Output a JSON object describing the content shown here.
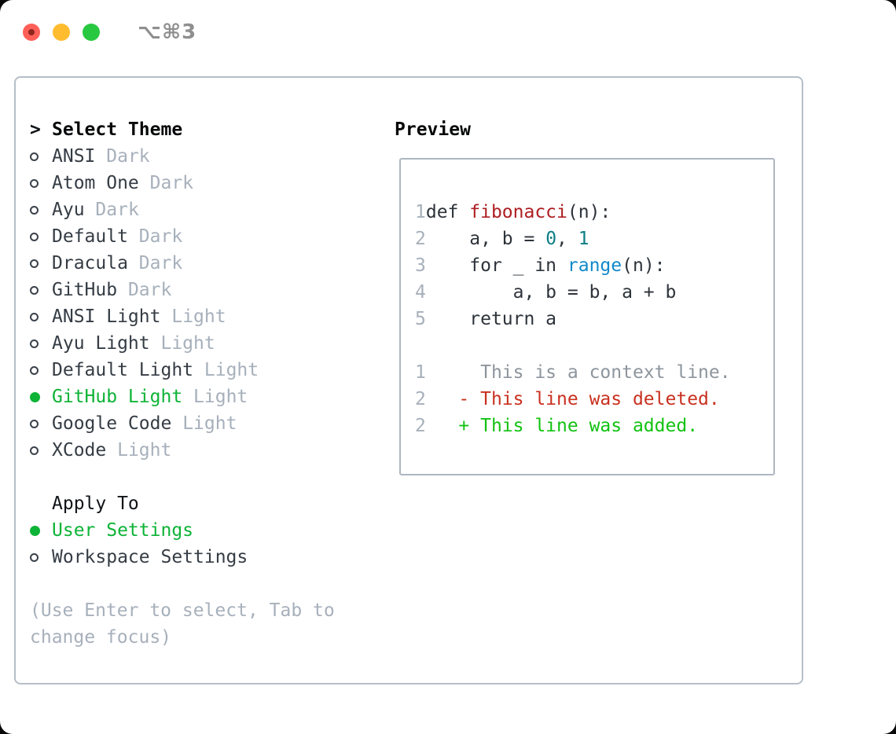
{
  "window": {
    "title": "⌥⌘3"
  },
  "traffic_lights": [
    {
      "name": "close",
      "color": "#ff5f57"
    },
    {
      "name": "minimize",
      "color": "#febc2e"
    },
    {
      "name": "maximize",
      "color": "#28c840"
    }
  ],
  "theme_panel": {
    "prompt": ">",
    "title": "Select Theme",
    "items": [
      {
        "name": "ANSI",
        "variant": "Dark",
        "selected": false
      },
      {
        "name": "Atom One",
        "variant": "Dark",
        "selected": false
      },
      {
        "name": "Ayu",
        "variant": "Dark",
        "selected": false
      },
      {
        "name": "Default",
        "variant": "Dark",
        "selected": false
      },
      {
        "name": "Dracula",
        "variant": "Dark",
        "selected": false
      },
      {
        "name": "GitHub",
        "variant": "Dark",
        "selected": false
      },
      {
        "name": "ANSI Light",
        "variant": "Light",
        "selected": false
      },
      {
        "name": "Ayu Light",
        "variant": "Light",
        "selected": false
      },
      {
        "name": "Default Light",
        "variant": "Light",
        "selected": false
      },
      {
        "name": "GitHub Light",
        "variant": "Light",
        "selected": true
      },
      {
        "name": "Google Code",
        "variant": "Light",
        "selected": false
      },
      {
        "name": "XCode",
        "variant": "Light",
        "selected": false
      }
    ],
    "apply_title": "Apply To",
    "apply_options": [
      {
        "label": "User Settings",
        "selected": true
      },
      {
        "label": "Workspace Settings",
        "selected": false
      }
    ],
    "hint": "(Use Enter to select, Tab to change focus)"
  },
  "preview_panel": {
    "title": "Preview",
    "code_lines": [
      {
        "no": "1",
        "tokens": [
          {
            "text": "def ",
            "style": "fg"
          },
          {
            "text": "fibonacci",
            "style": "func"
          },
          {
            "text": "(n):",
            "style": "fg"
          }
        ]
      },
      {
        "no": "2",
        "tokens": [
          {
            "text": "    a, b = ",
            "style": "fg"
          },
          {
            "text": "0",
            "style": "num"
          },
          {
            "text": ", ",
            "style": "fg"
          },
          {
            "text": "1",
            "style": "num"
          }
        ]
      },
      {
        "no": "3",
        "tokens": [
          {
            "text": "    for _ in ",
            "style": "fg"
          },
          {
            "text": "range",
            "style": "builtin"
          },
          {
            "text": "(n):",
            "style": "fg"
          }
        ]
      },
      {
        "no": "4",
        "tokens": [
          {
            "text": "        a, b = b, a + b",
            "style": "fg"
          }
        ]
      },
      {
        "no": "5",
        "tokens": [
          {
            "text": "    return a",
            "style": "fg"
          }
        ]
      },
      {
        "no": "",
        "tokens": []
      },
      {
        "no": "1",
        "tokens": [
          {
            "text": "     This is a context line.",
            "style": "context"
          }
        ]
      },
      {
        "no": "2",
        "tokens": [
          {
            "text": "   - This line was deleted.",
            "style": "deleted"
          }
        ]
      },
      {
        "no": "2",
        "tokens": [
          {
            "text": "   + This line was added.",
            "style": "added"
          }
        ]
      }
    ]
  },
  "colors": {
    "foreground": "#2d333a",
    "selection_green": "#0db336",
    "added_green": "#12c212",
    "deleted_red": "#c9301f",
    "function_red": "#ae1e22",
    "number_teal": "#0c7d84",
    "builtin_blue": "#1189c9",
    "muted_gray": "#a7b0bb",
    "frame_border": "#b6bec8"
  }
}
